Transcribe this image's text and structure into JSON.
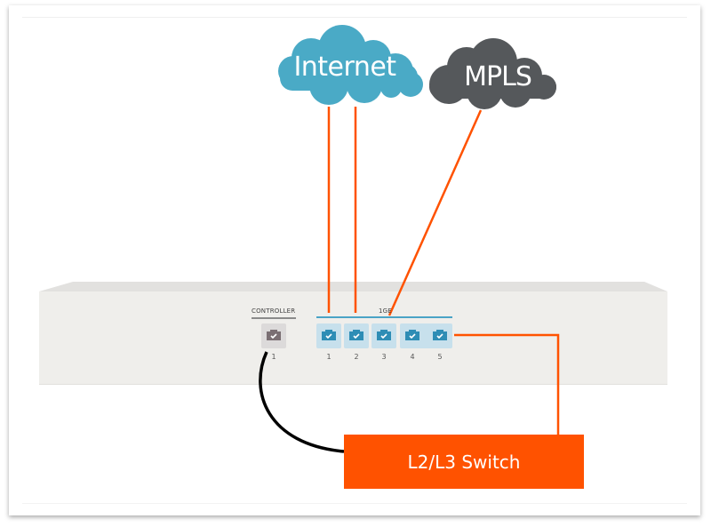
{
  "diagram": {
    "clouds": [
      {
        "id": "internet",
        "label": "Internet",
        "color": "#4aaac6"
      },
      {
        "id": "mpls",
        "label": "MPLS",
        "color": "#55585b"
      }
    ],
    "appliance": {
      "controller": {
        "label": "CONTROLLER",
        "ports": [
          {
            "number": "1",
            "status": "connected"
          }
        ],
        "color": "#7a6f73"
      },
      "ge": {
        "label": "1GE",
        "ports": [
          {
            "number": "1",
            "status": "connected"
          },
          {
            "number": "2",
            "status": "connected"
          },
          {
            "number": "3",
            "status": "connected"
          },
          {
            "number": "4",
            "status": "connected"
          },
          {
            "number": "5",
            "status": "connected"
          }
        ],
        "color": "#2e8db5"
      }
    },
    "switch": {
      "label": "L2/L3 Switch",
      "color": "#ff5200"
    },
    "links": [
      {
        "from": "internet",
        "to": "1GE port 1",
        "color": "#ff5200"
      },
      {
        "from": "internet",
        "to": "1GE port 2",
        "color": "#ff5200"
      },
      {
        "from": "mpls",
        "to": "1GE port 3",
        "color": "#ff5200"
      },
      {
        "from": "1GE port 5",
        "to": "L2/L3 Switch",
        "color": "#ff5200"
      },
      {
        "from": "CONTROLLER port 1",
        "to": "L2/L3 Switch",
        "color": "#000000"
      }
    ]
  }
}
